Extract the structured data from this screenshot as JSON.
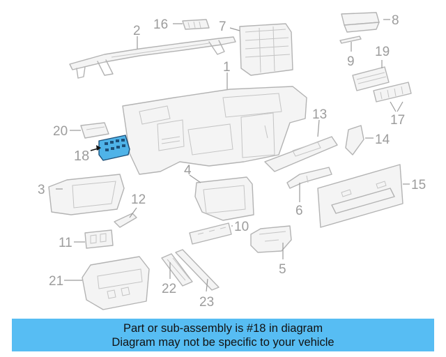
{
  "highlighted_part": "18",
  "callouts": [
    {
      "id": "1",
      "label": "1"
    },
    {
      "id": "2",
      "label": "2"
    },
    {
      "id": "3",
      "label": "3"
    },
    {
      "id": "4",
      "label": "4"
    },
    {
      "id": "5",
      "label": "5"
    },
    {
      "id": "6",
      "label": "6"
    },
    {
      "id": "7",
      "label": "7"
    },
    {
      "id": "8",
      "label": "8"
    },
    {
      "id": "9",
      "label": "9"
    },
    {
      "id": "10",
      "label": "10"
    },
    {
      "id": "11",
      "label": "11"
    },
    {
      "id": "12",
      "label": "12"
    },
    {
      "id": "13",
      "label": "13"
    },
    {
      "id": "14",
      "label": "14"
    },
    {
      "id": "15",
      "label": "15"
    },
    {
      "id": "16",
      "label": "16"
    },
    {
      "id": "17",
      "label": "17"
    },
    {
      "id": "18",
      "label": "18"
    },
    {
      "id": "19",
      "label": "19"
    },
    {
      "id": "20",
      "label": "20"
    },
    {
      "id": "21",
      "label": "21"
    },
    {
      "id": "22",
      "label": "22"
    },
    {
      "id": "23",
      "label": "23"
    }
  ],
  "banner": {
    "line1": "Part or sub-assembly is #18 in diagram",
    "line2": "Diagram may not be specific to your vehicle",
    "background": "#57bdf3"
  },
  "colors": {
    "highlight_fill": "#4fb3e8",
    "highlight_stroke": "#1d4f78",
    "part_stroke": "#b3b3b3"
  }
}
